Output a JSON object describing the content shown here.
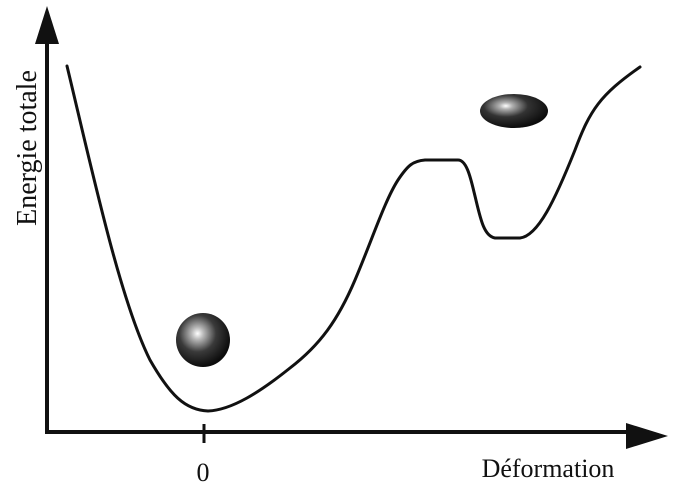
{
  "axes": {
    "y_label": "Energie totale",
    "x_label": "Déformation",
    "x_tick_label": "0"
  },
  "colors": {
    "ink": "#111111",
    "background": "#ffffff",
    "sphere_highlight": "#ffffff",
    "sphere_mid": "#6a6a6a",
    "sphere_dark": "#0c0c0c"
  },
  "shapes": {
    "ground_state": "sphere",
    "isomer_state": "flattened-ellipsoid"
  }
}
